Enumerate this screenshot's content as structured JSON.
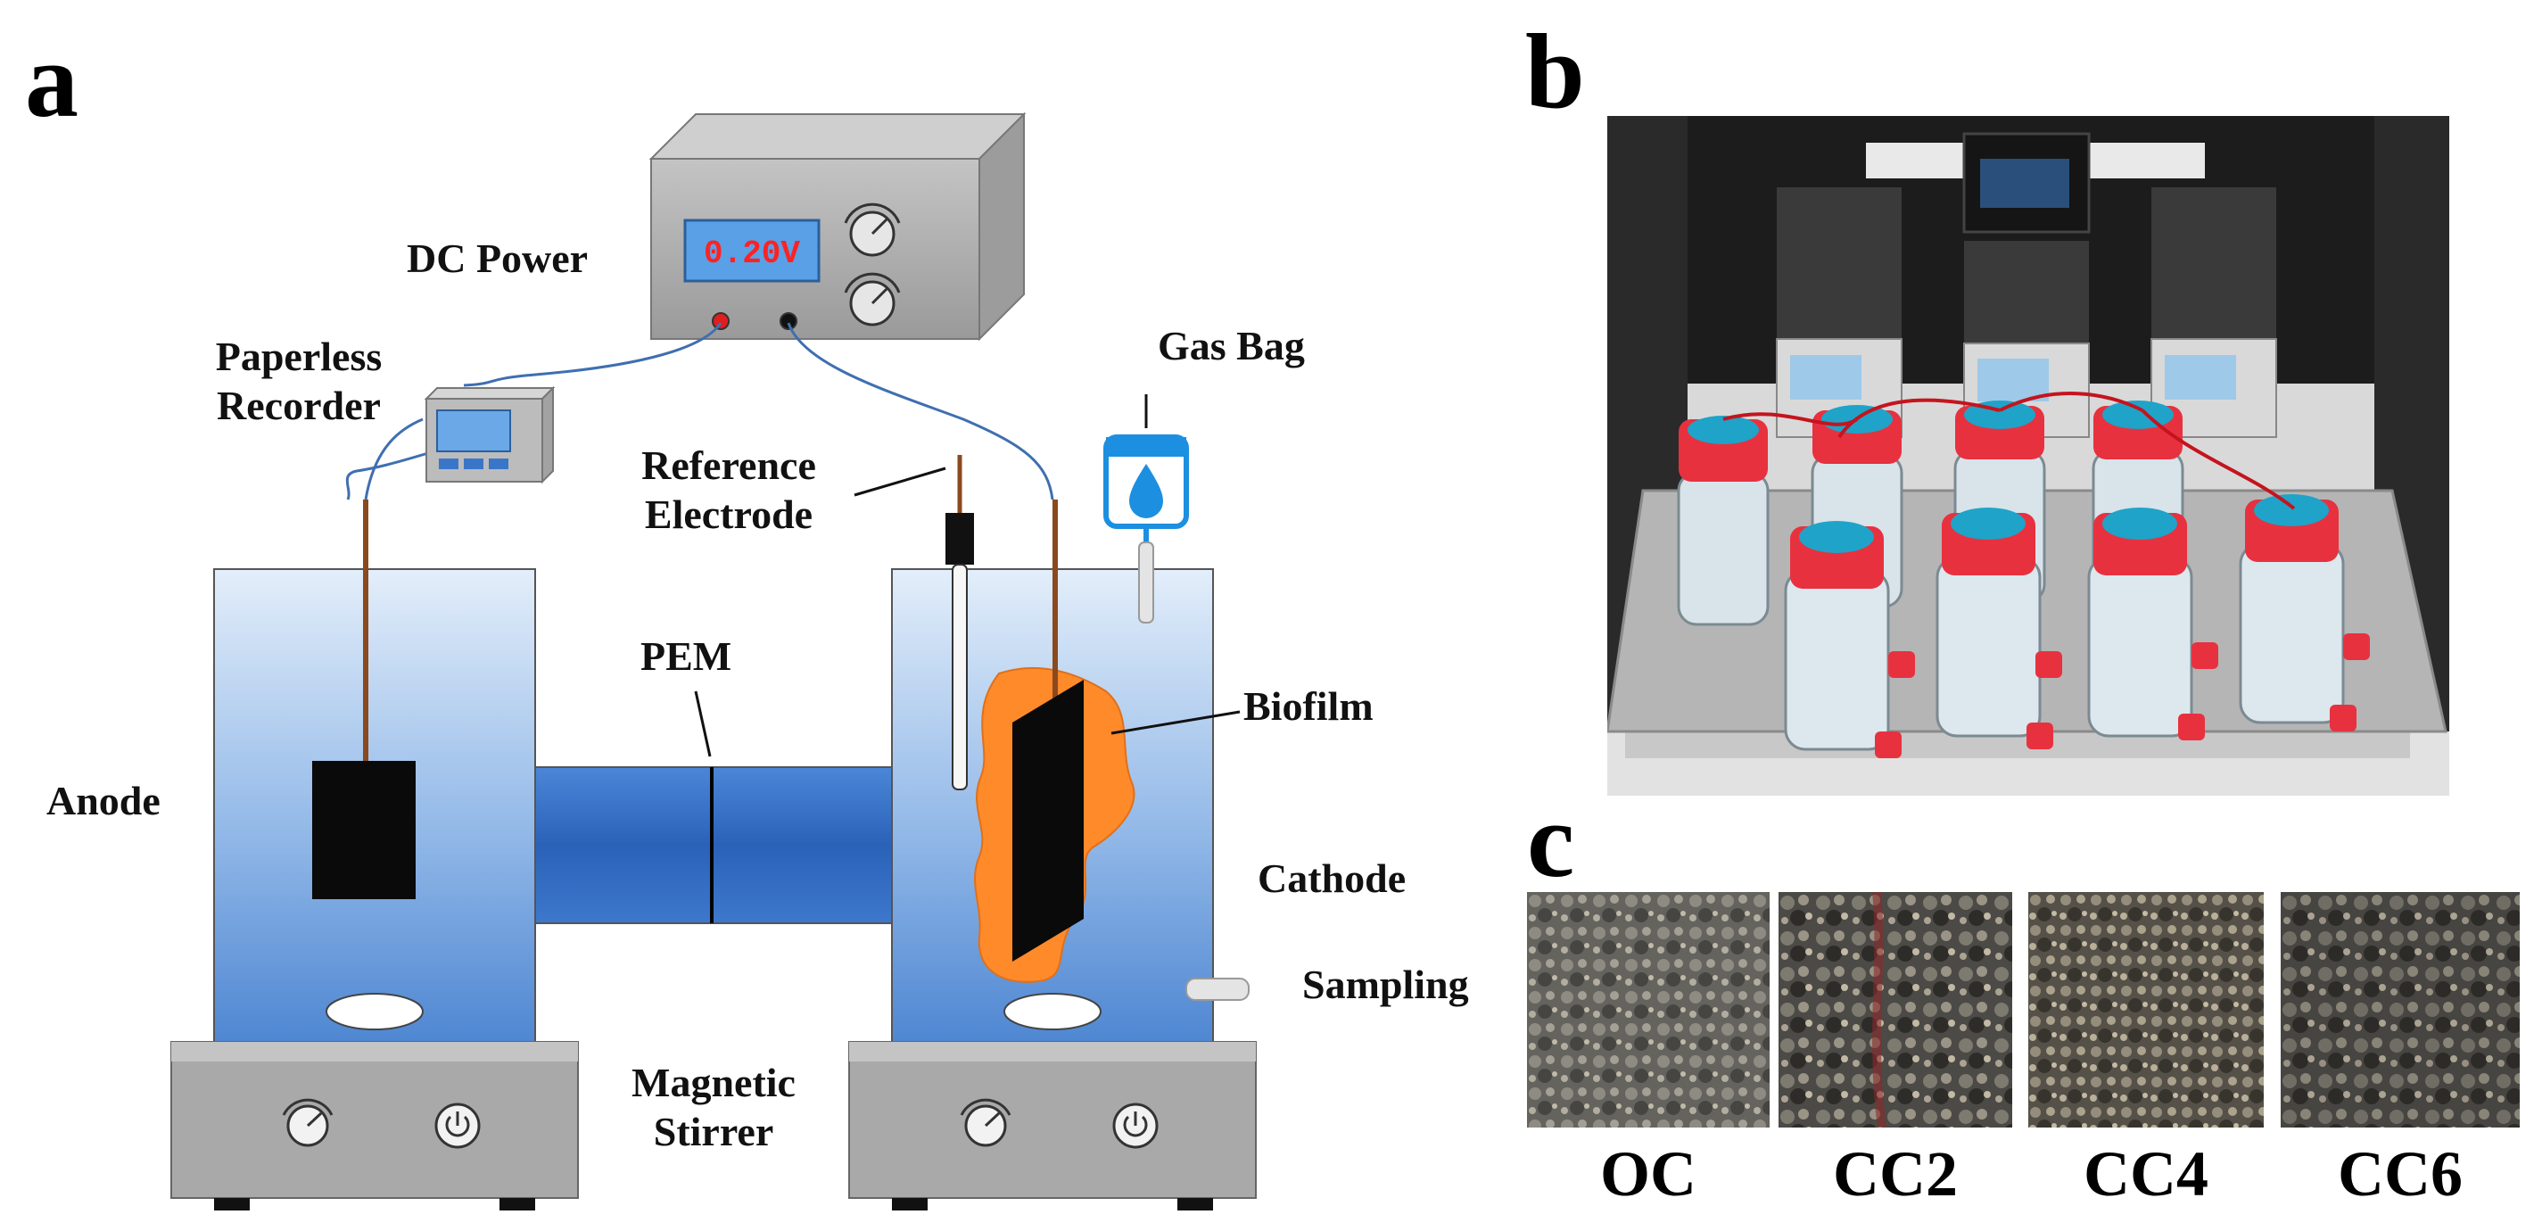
{
  "panels": {
    "a": {
      "letter": "a"
    },
    "b": {
      "letter": "b"
    },
    "c": {
      "letter": "c"
    }
  },
  "diagram": {
    "dc_power": {
      "label": "DC Power",
      "display": "0.20V",
      "display_color": "#ff2222"
    },
    "recorder": {
      "label_line1": "Paperless",
      "label_line2": "Recorder"
    },
    "reference": {
      "label_line1": "Reference",
      "label_line2": "Electrode"
    },
    "gas_bag": {
      "label": "Gas Bag"
    },
    "pem": {
      "label": "PEM"
    },
    "biofilm": {
      "label": "Biofilm",
      "color": "#ff8a2a"
    },
    "anode": {
      "label": "Anode"
    },
    "cathode": {
      "label": "Cathode"
    },
    "sampling": {
      "label": "Sampling"
    },
    "stirrer": {
      "label_line1": "Magnetic",
      "label_line2": "Stirrer"
    }
  },
  "sem_samples": [
    "OC",
    "CC2",
    "CC4",
    "CC6"
  ],
  "colors": {
    "tank_top": "#dbe9f8",
    "tank_bottom": "#5d92d6",
    "pipe": "#2e6cc4",
    "device_gray": "#a8a8a8",
    "cap_red": "#e8313f",
    "cap_blue": "#1fa3c8"
  }
}
